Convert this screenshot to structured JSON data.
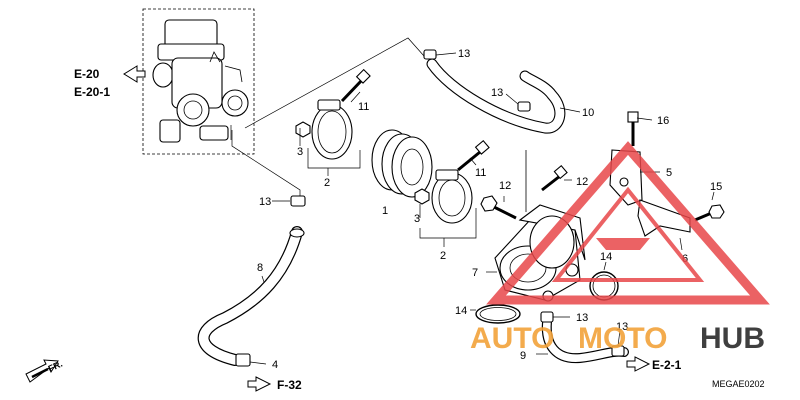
{
  "diagram": {
    "ref_e20": "E-20",
    "ref_e20_1": "E-20-1",
    "ref_f32": "F-32",
    "ref_e2_1": "E-2-1",
    "ref_fr": "FR.",
    "drawing_code": "MEGAE0202",
    "callouts": {
      "c1": "1",
      "c2a": "2",
      "c2b": "2",
      "c3a": "3",
      "c3b": "3",
      "c4": "4",
      "c5": "5",
      "c6": "6",
      "c7": "7",
      "c8": "8",
      "c9": "9",
      "c10": "10",
      "c11a": "11",
      "c11b": "11",
      "c12a": "12",
      "c12b": "12",
      "c13a": "13",
      "c13b": "13",
      "c13c": "13",
      "c13d": "13",
      "c13e": "13",
      "c14a": "14",
      "c14b": "14",
      "c15": "15",
      "c16": "16"
    }
  },
  "watermark": {
    "brand_auto": "AUTO",
    "brand_moto": "MOTO",
    "brand_hub": "HUB",
    "colors": {
      "red": "#e8474a",
      "orange": "#f2a23a",
      "dark": "#2b2b2b"
    }
  }
}
